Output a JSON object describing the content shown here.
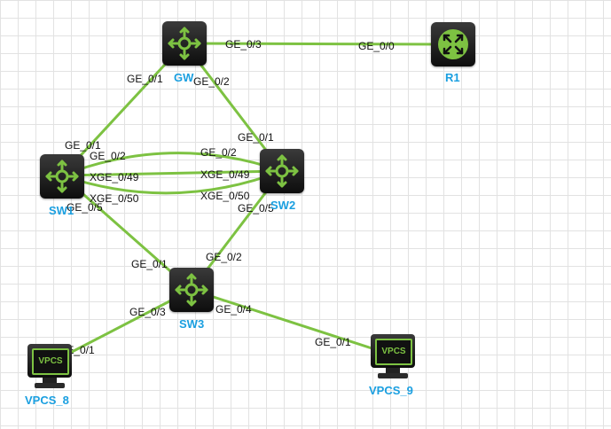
{
  "nodes": {
    "gw": {
      "name": "GW",
      "icon": "router-switch-icon"
    },
    "r1": {
      "name": "R1",
      "icon": "router-icon"
    },
    "sw1": {
      "name": "SW1",
      "icon": "switch-icon"
    },
    "sw2": {
      "name": "SW2",
      "icon": "switch-icon"
    },
    "sw3": {
      "name": "SW3",
      "icon": "switch-icon"
    },
    "vpcs8": {
      "name": "VPCS_8",
      "icon": "vpcs-icon",
      "screen": "VPCS"
    },
    "vpcs9": {
      "name": "VPCS_9",
      "icon": "vpcs-icon",
      "screen": "VPCS"
    }
  },
  "ports": {
    "gw_r1_a": "GE_0/3",
    "gw_r1_b": "GE_0/0",
    "gw_sw1_a": "GE_0/1",
    "gw_sw2_a": "GE_0/2",
    "sw1_gw": "GE_0/1",
    "sw2_gw": "GE_0/1",
    "sw1_sw2_1a": "GE_0/2",
    "sw1_sw2_1b": "GE_0/2",
    "sw1_sw2_2a": "XGE_0/49",
    "sw1_sw2_2b": "XGE_0/49",
    "sw1_sw2_3a": "XGE_0/50",
    "sw1_sw2_3b": "XGE_0/50",
    "sw1_sw3": "GE_0/5",
    "sw2_sw3": "GE_0/5",
    "sw3_sw1": "GE_0/1",
    "sw3_sw2": "GE_0/2",
    "sw3_vpcs8": "GE_0/3",
    "sw3_vpcs9": "GE_0/4",
    "vpcs8_sw3": "GE_0/1",
    "vpcs9_sw3": "GE_0/1"
  },
  "colors": {
    "link": "#7dc242",
    "label": "#1a9fe0",
    "device": "#1a1a1a"
  }
}
